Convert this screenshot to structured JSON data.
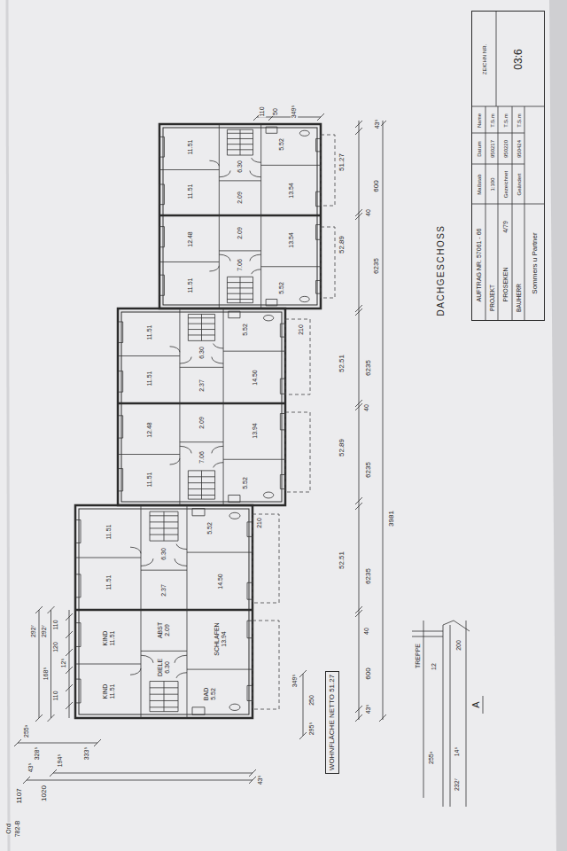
{
  "diagram": {
    "title": "DACHGESCHOSS",
    "nodes": [
      {
        "text": [
          "11.51",
          "11.51",
          "2.09",
          "6.30",
          "13.54",
          "5.52"
        ]
      },
      {
        "text": [
          "12.48",
          "11.51",
          "2.09",
          "7.06",
          "13.54",
          "5.52"
        ]
      },
      {
        "text": [
          "11.51",
          "11.51",
          "2.37",
          "6.30",
          "14.50",
          "5.52"
        ]
      },
      {
        "text": [
          "12.48",
          "11.51",
          "2.09",
          "7.06",
          "13.94",
          "5.52"
        ]
      },
      {
        "text": [
          "11.51",
          "11.51",
          "2.37",
          "6.30",
          "14.50",
          "5.52"
        ]
      },
      {
        "text": [
          "KIND 11.51",
          "KIND 11.51",
          "ABST 2.09",
          "DIELE 6.30",
          "SCHLAFEN 13.94",
          "BAD 5.52"
        ]
      },
      {
        "text": [
          "WOHNFLÄCHE NETTO 51.27"
        ]
      },
      {
        "text": [
          "AUFTRAG NR. 57061 - 66",
          "PROJEKT",
          "PROSEKEN",
          "4/79",
          "BAUHERR",
          "Sommers u Partner",
          "Maßstab",
          "1:100",
          "Gezeichnet",
          "Geändert",
          "Datum",
          "950217",
          "950220",
          "950424",
          "Name",
          "T.S.m",
          "T.S.m",
          "T.S.m",
          "ZEICHN NR.",
          "03:6"
        ]
      }
    ],
    "labels": [
      "110",
      "50",
      "349⁵",
      "51.27",
      "52.89",
      "52.51",
      "52.89",
      "52.51",
      "43⁵",
      "600",
      "40",
      "6235",
      "210",
      "6235",
      "40",
      "6235",
      "210",
      "3981",
      "6235",
      "40",
      "600",
      "43⁵",
      "TREPPE",
      "200",
      "12",
      "255³",
      "14⁶",
      "232⁷",
      "A",
      "349⁵",
      "250",
      "295⁵",
      "292⁷",
      "292⁷",
      "168⁵",
      "110",
      "120",
      "110",
      "12⁵",
      "1107",
      "1020",
      "43⁵",
      "43⁵",
      "255³",
      "328⁵",
      "194⁵",
      "333⁵",
      "Ord",
      "782-B"
    ]
  }
}
